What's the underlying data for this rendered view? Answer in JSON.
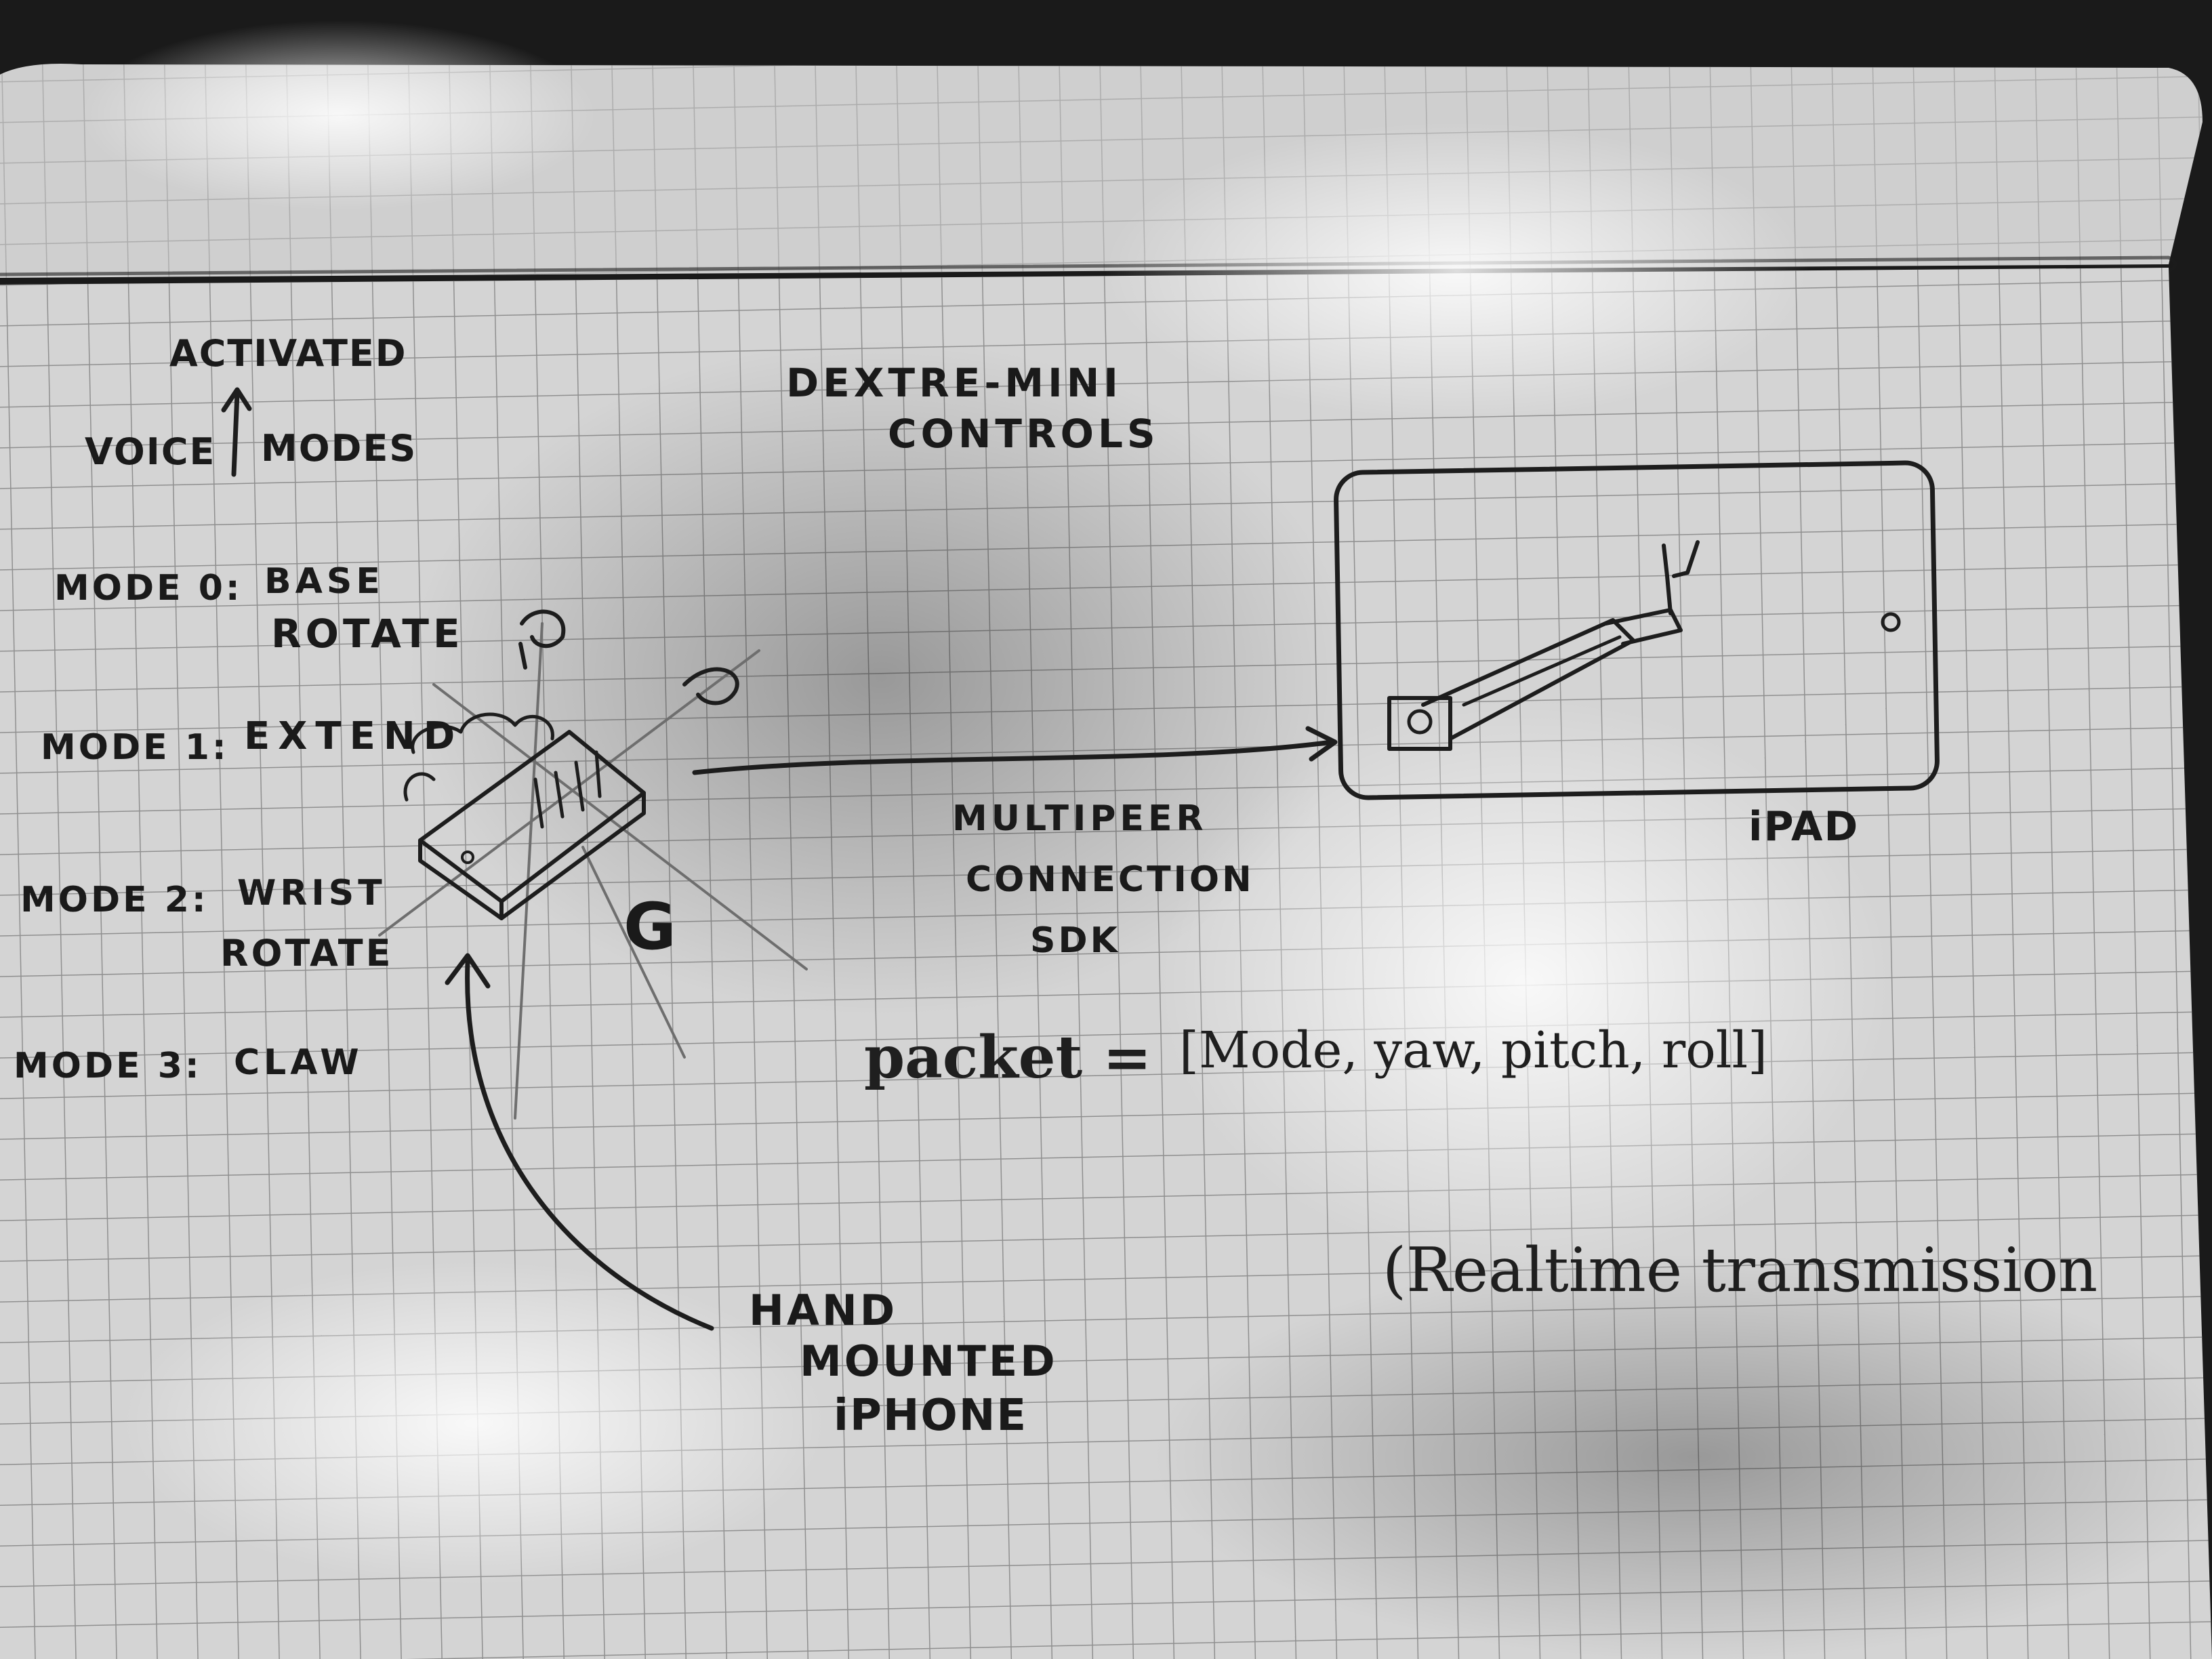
{
  "title": {
    "line1": "DEXTRE-MINI",
    "line2": "CONTROLS"
  },
  "voice_modes": {
    "activated": "ACTIVATED",
    "voice": "VOICE",
    "modes": "MODES"
  },
  "modes": [
    {
      "label": "MODE 0:",
      "name_line1": "BASE",
      "name_line2": "ROTATE"
    },
    {
      "label": "MODE 1:",
      "name_line1": "EXTEND",
      "name_line2": ""
    },
    {
      "label": "MODE 2:",
      "name_line1": "WRIST",
      "name_line2": "ROTATE"
    },
    {
      "label": "MODE 3:",
      "name_line1": "CLAW",
      "name_line2": ""
    }
  ],
  "gyro_label": "G",
  "phone_label": {
    "line1": "HAND",
    "line2": "MOUNTED",
    "line3": "iPHONE"
  },
  "connection_label": {
    "line1": "MULTIPEER",
    "line2": "CONNECTION",
    "line3": "SDK"
  },
  "ipad_label": "iPAD",
  "packet": {
    "lhs": "packet =",
    "rhs": "[Mode, yaw, pitch, roll]"
  },
  "note": "(Realtime transmission",
  "colors": {
    "paper": "#dcdcdc",
    "grid": "#9a9a9a",
    "ink": "#1d1d1d"
  }
}
